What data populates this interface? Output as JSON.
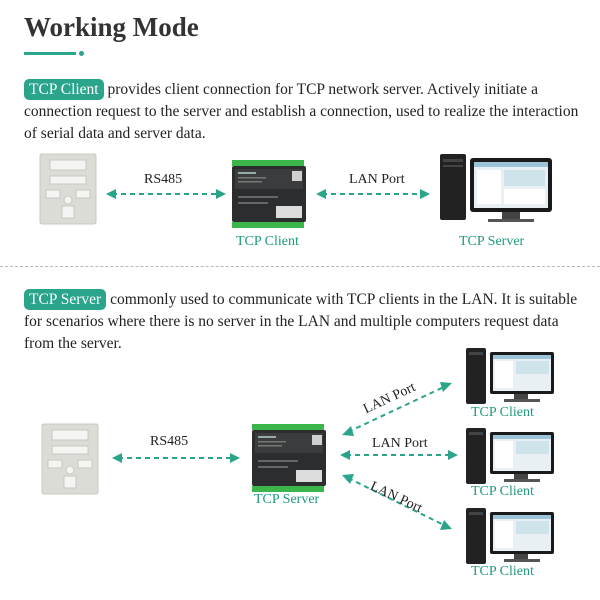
{
  "header": {
    "title": "Working Mode"
  },
  "client_section": {
    "badge": "TCP Client",
    "text": " provides client connection for TCP network server. Actively initiate a connection request to the server and establish a connection, used to realize the interaction of serial data and server data.",
    "left_link_label": "RS485",
    "right_link_label": "LAN Port",
    "device_label": "TCP Client",
    "server_label": "TCP Server"
  },
  "server_section": {
    "badge": "TCP Server",
    "text": " commonly used to communicate with TCP clients in the LAN. It is suitable for scenarios where there is no server in the LAN and multiple computers request data from the server.",
    "left_link_label": "RS485",
    "device_label": "TCP Server",
    "links": [
      {
        "label": "LAN Port",
        "client_label": "TCP Client"
      },
      {
        "label": "LAN Port",
        "client_label": "TCP Client"
      },
      {
        "label": "LAN Port",
        "client_label": "TCP Client"
      }
    ]
  },
  "colors": {
    "accent": "#2aa48a",
    "device_body": "#2b2d2e",
    "terminal": "#3cb54a"
  }
}
